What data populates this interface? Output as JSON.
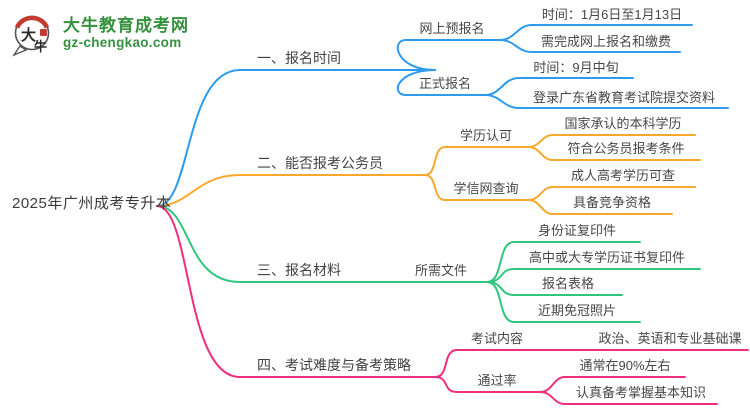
{
  "logo": {
    "title": "大牛教育成考网",
    "url": "gz-chengkao.com",
    "icon_text_top": "大",
    "icon_text_bottom": "牛",
    "brand_green": "#36913f",
    "brand_red": "#c43b2f"
  },
  "root": {
    "label": "2025年广州成考专升本"
  },
  "colors": {
    "branch1": "#2e9af0",
    "branch2": "#f7a82d",
    "branch3": "#2fc77d",
    "branch4": "#ef2e7d"
  },
  "branches": [
    {
      "label": "一、报名时间",
      "color": "#2e9af0",
      "children": [
        {
          "label": "网上预报名",
          "children": [
            {
              "label": "时间：1月6日至1月13日"
            },
            {
              "label": "需完成网上报名和缴费"
            }
          ]
        },
        {
          "label": "正式报名",
          "children": [
            {
              "label": "时间：9月中旬"
            },
            {
              "label": "登录广东省教育考试院提交资料"
            }
          ]
        }
      ]
    },
    {
      "label": "二、能否报考公务员",
      "color": "#f7a82d",
      "children": [
        {
          "label": "学历认可",
          "children": [
            {
              "label": "国家承认的本科学历"
            },
            {
              "label": "符合公务员报考条件"
            }
          ]
        },
        {
          "label": "学信网查询",
          "children": [
            {
              "label": "成人高考学历可查"
            },
            {
              "label": "具备竞争资格"
            }
          ]
        }
      ]
    },
    {
      "label": "三、报名材料",
      "color": "#2fc77d",
      "children": [
        {
          "label": "所需文件",
          "children": [
            {
              "label": "身份证复印件"
            },
            {
              "label": "高中或大专学历证书复印件"
            },
            {
              "label": "报名表格"
            },
            {
              "label": "近期免冠照片"
            }
          ]
        }
      ]
    },
    {
      "label": "四、考试难度与备考策略",
      "color": "#ef2e7d",
      "children": [
        {
          "label": "考试内容",
          "children": [
            {
              "label": "政治、英语和专业基础课"
            }
          ]
        },
        {
          "label": "通过率",
          "children": [
            {
              "label": "通常在90%左右"
            },
            {
              "label": "认真备考掌握基本知识"
            }
          ]
        }
      ]
    }
  ]
}
